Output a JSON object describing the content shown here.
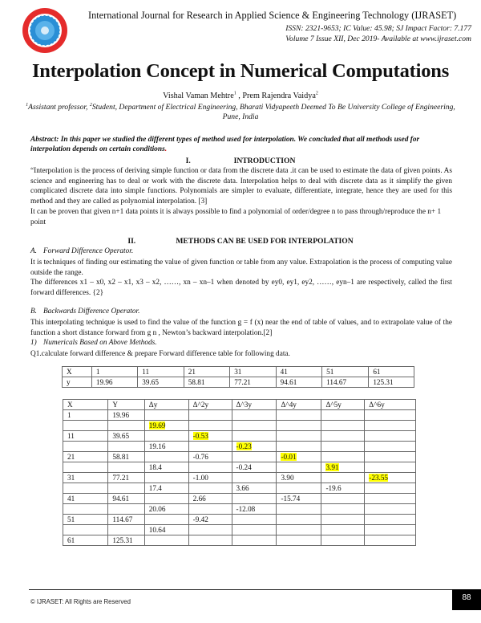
{
  "header": {
    "logo": "ijraset-seal-logo",
    "journal_title": "International Journal for Research in Applied Science & Engineering Technology (IJRASET)",
    "issn_line": "ISSN: 2321-9653; IC Value: 45.98; SJ Impact Factor: 7.177",
    "volume_line": "Volume 7 Issue XII, Dec 2019- Available at www.ijraset.com"
  },
  "paper": {
    "title": "Interpolation Concept in Numerical Computations",
    "authors": {
      "author1": "Vishal Vaman Mehtre",
      "sup1": "1",
      "sep": " , ",
      "author2": "Prem Rajendra Vaidya",
      "sup2": "2"
    },
    "affiliation": {
      "sup1": "1",
      "part1": "Assistant professor, ",
      "sup2": "2",
      "part2": "Student, Department of Electrical Engineering, Bharati Vidyapeeth Deemed To Be University College of Engineering, Pune, India"
    },
    "abstract": "Abstract: In this paper we studied the different types of method used for interpolation. We concluded that all methods used for interpolation depends on certain conditions",
    "abstract_end": "."
  },
  "sections": [
    {
      "number": "I.",
      "title": "INTRODUCTION",
      "paragraphs": [
        "“Interpolation is the process of deriving simple function or data from the discrete data .it can be used to estimate the data of given points. As science and engineering has to deal or work with the discrete data. Interpolation helps to deal with discrete data as it simplify the given complicated discrete data into simple functions. Polynomials are simpler to evaluate, differentiate, integrate, hence they are used for this method and they are called as polynomial interpolation. [3]",
        "It can be proven that given n+1 data points it is always possible to find a polynomial of order/degree n to pass through/reproduce the n+ 1 point"
      ]
    },
    {
      "number": "II.",
      "title": "METHODS CAN BE USED FOR INTERPOLATION",
      "subsections": [
        {
          "label": "A.",
          "title": "Forward Difference Operator.",
          "paragraphs": [
            "It is techniques of finding our estimating the value of given function or table from any value. Extrapolation is the process of computing value outside the range.",
            "The differences x1 – x0, x2 – x1, x3 – x2, ……, xn – xn–1 when denoted by ey0, ey1, ey2, ……, eyn–1 are respectively, called the first forward differences. {2}"
          ]
        },
        {
          "label": "B.",
          "title": "Backwards Difference Operator.",
          "paragraphs": [
            "This interpolating technique is used to find  the value of the function g = f (x) near the end of table of values, and to extrapolate value of the function a short distance forward from g n , Newton’s backward interpolation.[2]"
          ]
        }
      ],
      "numericals": {
        "label": "1)",
        "title": "Numericals Based on Above Methods.",
        "question": "Q1.calculate   forward difference & prepare Forward difference table for following data."
      }
    }
  ],
  "data_table": {
    "rows": [
      [
        "X",
        "1",
        "11",
        "21",
        "31",
        "41",
        "51",
        "61"
      ],
      [
        "y",
        "19.96",
        "39.65",
        "58.81",
        "77.21",
        "94.61",
        "114.67",
        "125.31"
      ]
    ]
  },
  "difference_table": {
    "headers": [
      "X",
      "Y",
      "Δy",
      "Δ^2y",
      "Δ^3y",
      "Δ^4y",
      "Δ^5y",
      "Δ^6y"
    ],
    "rows": [
      [
        "1",
        "19.96",
        "",
        "",
        "",
        "",
        "",
        ""
      ],
      [
        "",
        "",
        "19.69",
        "",
        "",
        "",
        "",
        ""
      ],
      [
        "11",
        "39.65",
        "",
        "-0.53",
        "",
        "",
        "",
        ""
      ],
      [
        "",
        "",
        "19.16",
        "",
        "-0.23",
        "",
        "",
        ""
      ],
      [
        "21",
        "58.81",
        "",
        "-0.76",
        "",
        "-0.01",
        "",
        ""
      ],
      [
        "",
        "",
        "18.4",
        "",
        "-0.24",
        "",
        "3.91",
        ""
      ],
      [
        "31",
        "77.21",
        "",
        "-1.00",
        "",
        "3.90",
        "",
        "-23.55"
      ],
      [
        "",
        "",
        "17.4",
        "",
        "3.66",
        "",
        "-19.6",
        ""
      ],
      [
        "41",
        "94.61",
        "",
        "2.66",
        "",
        "-15.74",
        "",
        ""
      ],
      [
        "",
        "",
        "20.06",
        "",
        "-12.08",
        "",
        "",
        ""
      ],
      [
        "51",
        "114.67",
        "",
        "-9.42",
        "",
        "",
        "",
        ""
      ],
      [
        "",
        "",
        "10.64",
        "",
        "",
        "",
        "",
        ""
      ],
      [
        "61",
        "125.31",
        "",
        "",
        "",
        "",
        "",
        ""
      ]
    ],
    "highlight_color": "#ffff00"
  },
  "footer": {
    "copyright": "© IJRASET: All Rights are Reserved",
    "page_number": "88"
  }
}
